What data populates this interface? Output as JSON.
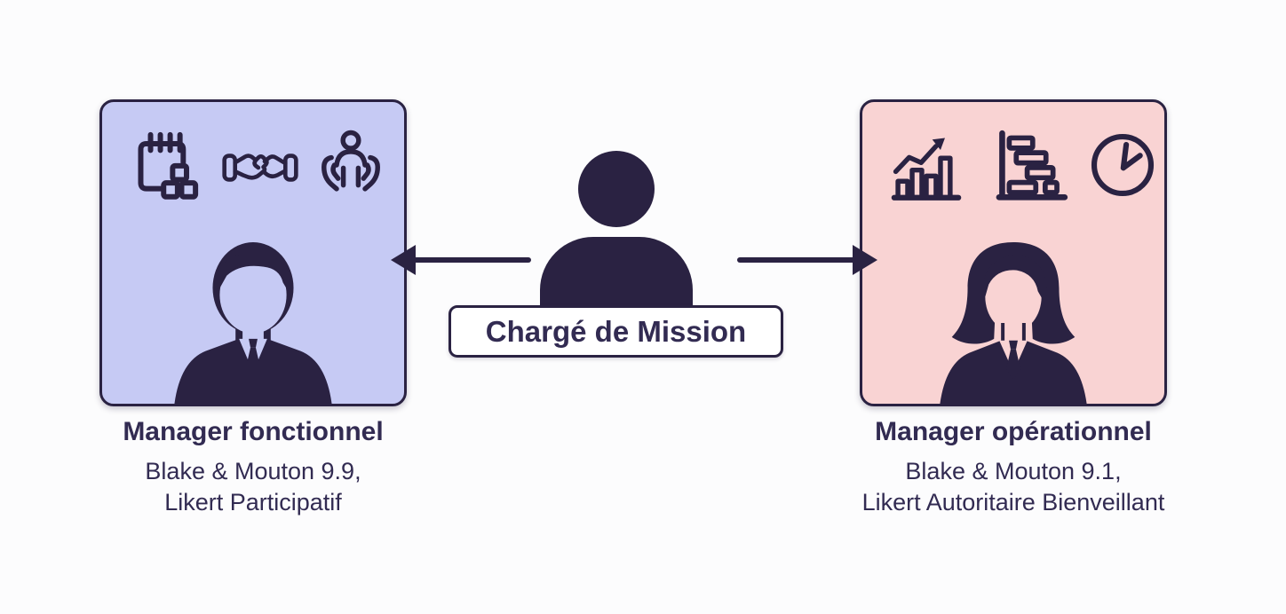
{
  "diagram_title": "",
  "colors": {
    "dark": "#2a2242",
    "lavender_card": "#c6caf4",
    "pink_card": "#f9d3d3",
    "text": "#322b52",
    "background": "#fcfcfd",
    "label_background": "#ffffff"
  },
  "center": {
    "label": "Chargé de Mission",
    "icon": "person-silhouette-icon"
  },
  "left_card": {
    "title": "Manager fonctionnel",
    "lines": [
      "Blake & Mouton 9.9,",
      "Likert Participatif"
    ],
    "icons": [
      "task-planner-icon",
      "handshake-icon",
      "care-person-icon",
      "businessman-icon"
    ],
    "fill": "#c6caf4"
  },
  "right_card": {
    "title": "Manager opérationnel",
    "lines": [
      "Blake & Mouton 9.1,",
      "Likert Autoritaire Bienveillant"
    ],
    "icons": [
      "growth-chart-icon",
      "gantt-chart-icon",
      "clock-icon",
      "businesswoman-icon"
    ],
    "fill": "#f9d3d3"
  },
  "arrows": [
    "arrow-left-icon",
    "arrow-right-icon"
  ]
}
